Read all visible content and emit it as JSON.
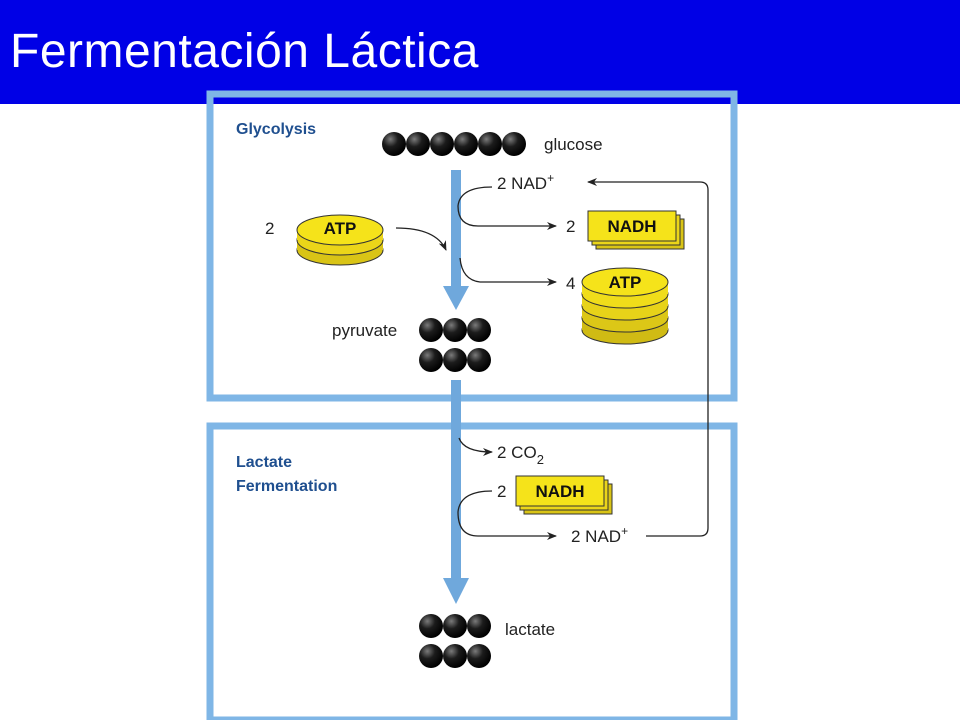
{
  "slide": {
    "title": "Fermentación Láctica"
  },
  "diagram": {
    "glycolysis": {
      "section_label": "Glycolysis",
      "glucose_label": "glucose",
      "glucose_beads": 6,
      "atp_in_count": "2",
      "atp_in_label": "ATP",
      "nad_in_label": "2 NAD",
      "nad_in_sup": "+",
      "nadh_out_count": "2",
      "nadh_out_label": "NADH",
      "atp_out_count": "4",
      "atp_out_label": "ATP",
      "pyruvate_label": "pyruvate"
    },
    "fermentation": {
      "section_label_line1": "Lactate",
      "section_label_line2": "Fermentation",
      "co2_label": "2 CO",
      "co2_sub": "2",
      "nadh_in_count": "2",
      "nadh_in_label": "NADH",
      "nad_out_label": "2 NAD",
      "nad_out_sup": "+",
      "lactate_label": "lactate"
    },
    "colors": {
      "title_bar": "#0000e6",
      "frame": "#7fb6e6",
      "flow_arrow": "#6fa8dc",
      "coin_yellow": "#f5e31a",
      "section_label": "#1f4f8f"
    }
  }
}
